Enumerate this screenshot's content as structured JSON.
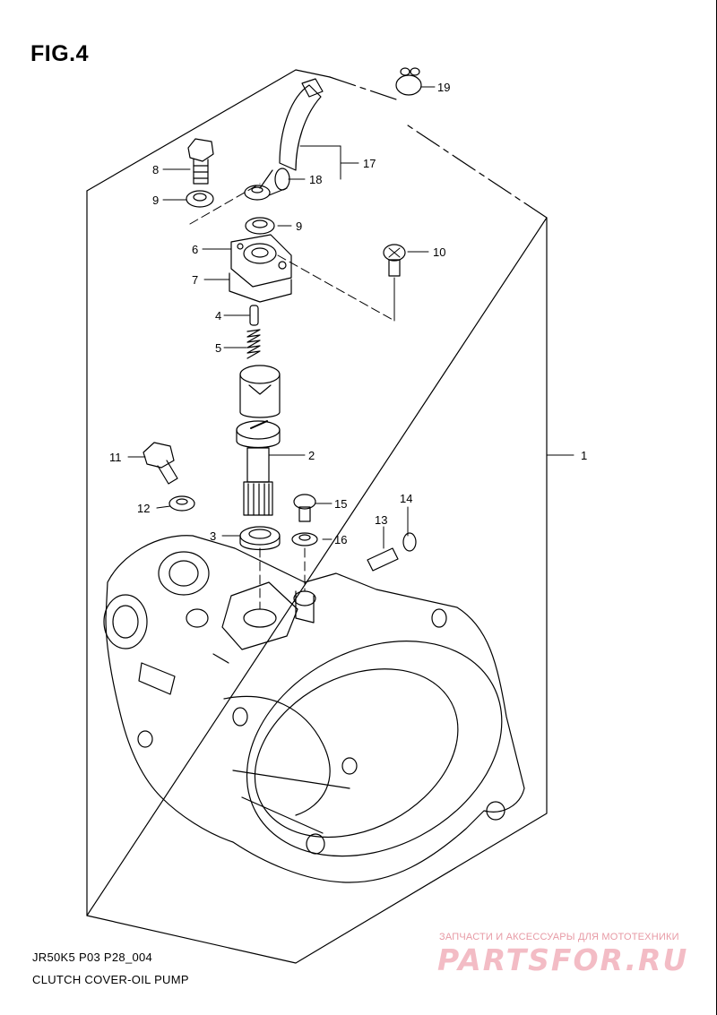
{
  "figure": {
    "title": "FIG.4",
    "model_code": "JR50K5",
    "page_ref": "P03 P28_004",
    "caption": "CLUTCH COVER-OIL PUMP"
  },
  "callouts": [
    "1",
    "2",
    "3",
    "4",
    "5",
    "6",
    "7",
    "8",
    "9",
    "9",
    "10",
    "11",
    "12",
    "13",
    "14",
    "15",
    "16",
    "17",
    "18",
    "19"
  ],
  "watermark": {
    "tagline": "ЗАПЧАСТИ И АКСЕССУАРЫ ДЛЯ МОТОТЕХНИКИ",
    "logo": "PARTSFOR.RU",
    "color": "#f3bcc5"
  }
}
